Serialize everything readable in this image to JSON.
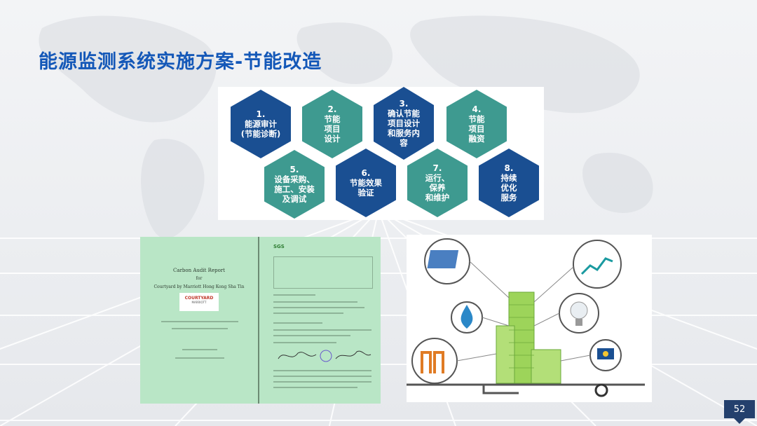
{
  "slide": {
    "title": "能源监测系统实施方案-节能改造",
    "page_number": "52"
  },
  "steps": [
    {
      "num": "1.",
      "label": "能源审计\n(节能诊断)",
      "color": "#1a4f92"
    },
    {
      "num": "2.",
      "label": "节能\n项目\n设计",
      "color": "#3e9a90"
    },
    {
      "num": "3.",
      "label": "确认节能\n项目设计\n和服务内\n容",
      "color": "#1a4f92"
    },
    {
      "num": "4.",
      "label": "节能\n项目\n融资",
      "color": "#3e9a90"
    },
    {
      "num": "5.",
      "label": "设备采购、\n施工、安装\n及调试",
      "color": "#3e9a90"
    },
    {
      "num": "6.",
      "label": "节能效果\n验证",
      "color": "#1a4f92"
    },
    {
      "num": "7.",
      "label": "运行、\n保养\n和维护",
      "color": "#3e9a90"
    },
    {
      "num": "8.",
      "label": "持续\n优化\n服务",
      "color": "#1a4f92"
    }
  ],
  "report": {
    "cover_title": "Carbon Audit Report",
    "cover_for": "for",
    "cover_hotel": "Courtyard by Marriott Hong Kong Sha Tin",
    "logo_text": "COURTYARD",
    "logo_sub": "MARRIOTT",
    "brand": "SGS"
  },
  "colors": {
    "title": "#1458b8",
    "hex_blue": "#1a4f92",
    "hex_teal": "#3e9a90",
    "report_bg": "#b9e6c6",
    "badge": "#24406d"
  }
}
